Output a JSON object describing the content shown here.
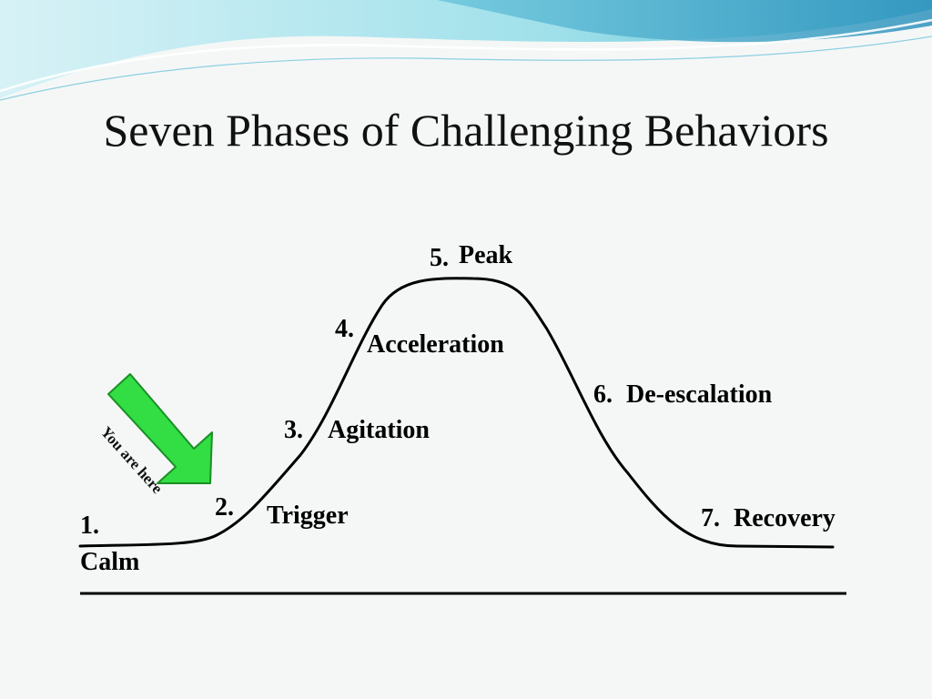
{
  "slide": {
    "title": "Seven Phases of Challenging Behaviors"
  },
  "phases": [
    {
      "number": "1.",
      "name": "Calm"
    },
    {
      "number": "2.",
      "name": "Trigger"
    },
    {
      "number": "3.",
      "name": "Agitation"
    },
    {
      "number": "4.",
      "name": "Acceleration"
    },
    {
      "number": "5.",
      "name": "Peak"
    },
    {
      "number": "6.",
      "name": "De-escalation"
    },
    {
      "number": "7.",
      "name": "Recovery"
    }
  ],
  "pointer": {
    "label": "You are here",
    "color": "#33dd44"
  },
  "colors": {
    "accent_light": "#a9e8f0",
    "accent_dark": "#3ba9c9",
    "curve": "#000000",
    "text": "#000000"
  }
}
